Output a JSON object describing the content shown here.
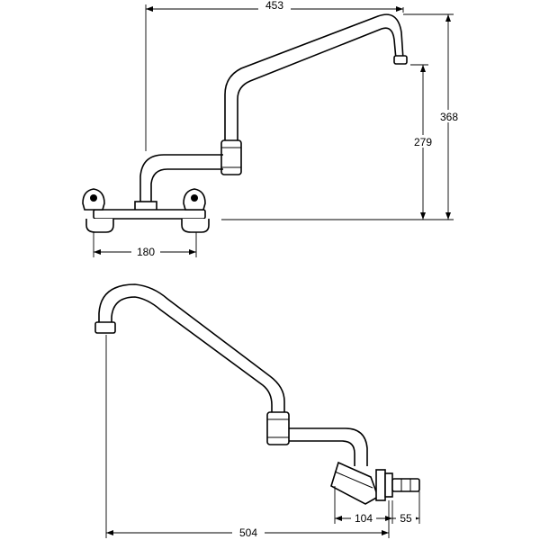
{
  "drawing": {
    "top_view": {
      "dim_overall_width": "453",
      "dim_overall_height": "368",
      "dim_spout_height": "279",
      "dim_centres": "180"
    },
    "bottom_view": {
      "dim_projection": "504",
      "dim_offset": "104",
      "dim_tail": "55"
    }
  }
}
